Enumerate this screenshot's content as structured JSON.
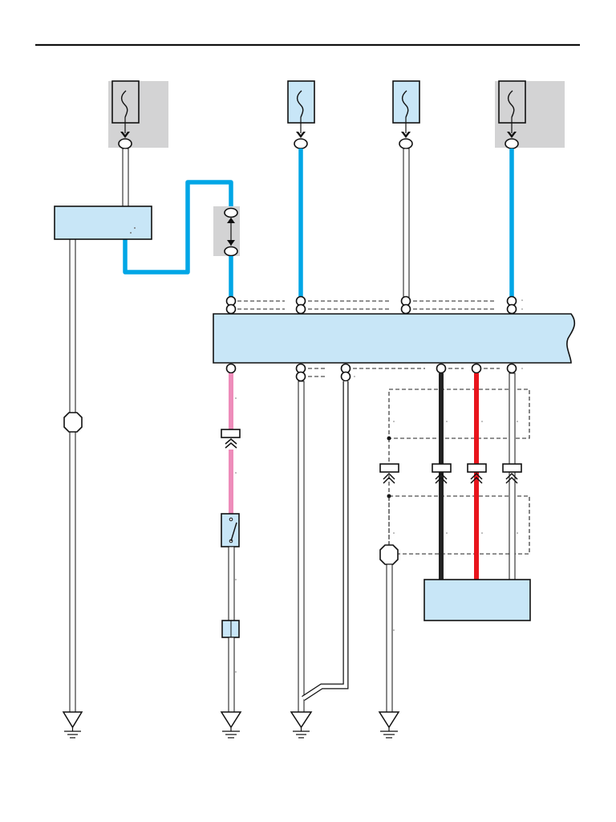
{
  "diagram": {
    "type": "wiring-diagram",
    "colors": {
      "background": "#ffffff",
      "component_fill": "#c8e6f7",
      "grey_box": "#d3d3d4",
      "wire_blue": "#00a6e6",
      "wire_pink": "#ee8cba",
      "wire_red": "#e8151d",
      "wire_black": "#222222",
      "wire_white": "#ffffff",
      "outline": "#111111"
    },
    "header_rule": true,
    "fuses": [
      {
        "id": "fuse-1",
        "in_grey_box": true,
        "wire": "white"
      },
      {
        "id": "fuse-2",
        "in_grey_box": false,
        "wire": "blue"
      },
      {
        "id": "fuse-3",
        "in_grey_box": false,
        "wire": "white"
      },
      {
        "id": "fuse-4",
        "in_grey_box": true,
        "wire": "white-to-blue"
      }
    ],
    "components": [
      {
        "id": "relay-module",
        "label": ""
      },
      {
        "id": "main-ecu",
        "label": ""
      },
      {
        "id": "sub-module",
        "label": ""
      },
      {
        "id": "switch",
        "label": ""
      },
      {
        "id": "resistor-block",
        "label": ""
      }
    ],
    "wires": [
      {
        "id": "w-left-ground",
        "color": "white"
      },
      {
        "id": "w-blue-loop",
        "color": "blue"
      },
      {
        "id": "w-fuse2",
        "color": "blue"
      },
      {
        "id": "w-fuse3",
        "color": "white"
      },
      {
        "id": "w-fuse4",
        "color": "blue"
      },
      {
        "id": "w-pink",
        "color": "pink"
      },
      {
        "id": "w-ground-2",
        "color": "white"
      },
      {
        "id": "w-ground-3",
        "color": "white"
      },
      {
        "id": "w-black",
        "color": "black"
      },
      {
        "id": "w-red",
        "color": "red"
      },
      {
        "id": "w-white-right",
        "color": "white"
      },
      {
        "id": "w-ground-4",
        "color": "white"
      }
    ],
    "grounds": 4,
    "labels": []
  }
}
